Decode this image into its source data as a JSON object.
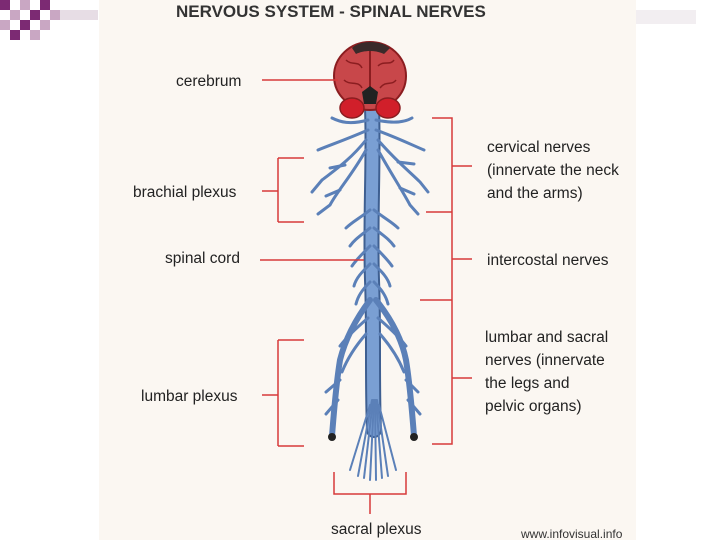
{
  "diagram": {
    "title": "NERVOUS SYSTEM - SPINAL NERVES",
    "left_labels": {
      "cerebrum": "cerebrum",
      "brachial_plexus": "brachial plexus",
      "spinal_cord": "spinal cord",
      "lumbar_plexus": "lumbar plexus"
    },
    "right_labels": {
      "cervical_nerves": [
        "cervical nerves",
        "(innervate the neck",
        "and the arms)"
      ],
      "intercostal_nerves": "intercostal nerves",
      "lumbar_sacral_nerves": [
        "lumbar and sacral",
        "nerves (innervate",
        "the legs and",
        "pelvic organs)"
      ]
    },
    "bottom_label": "sacral plexus",
    "credit": "www.infovisual.info"
  },
  "colors": {
    "leader_line": "#d73a3a",
    "nerve_fill": "#7a9fd3",
    "nerve_stroke": "#3e5f91",
    "brain_fill": "#c8474a",
    "brain_dark": "#8b1d20",
    "panel_bg": "#fbf7f2",
    "deco_purple": "#7c2a73",
    "deco_light": "#c9a7c3"
  }
}
